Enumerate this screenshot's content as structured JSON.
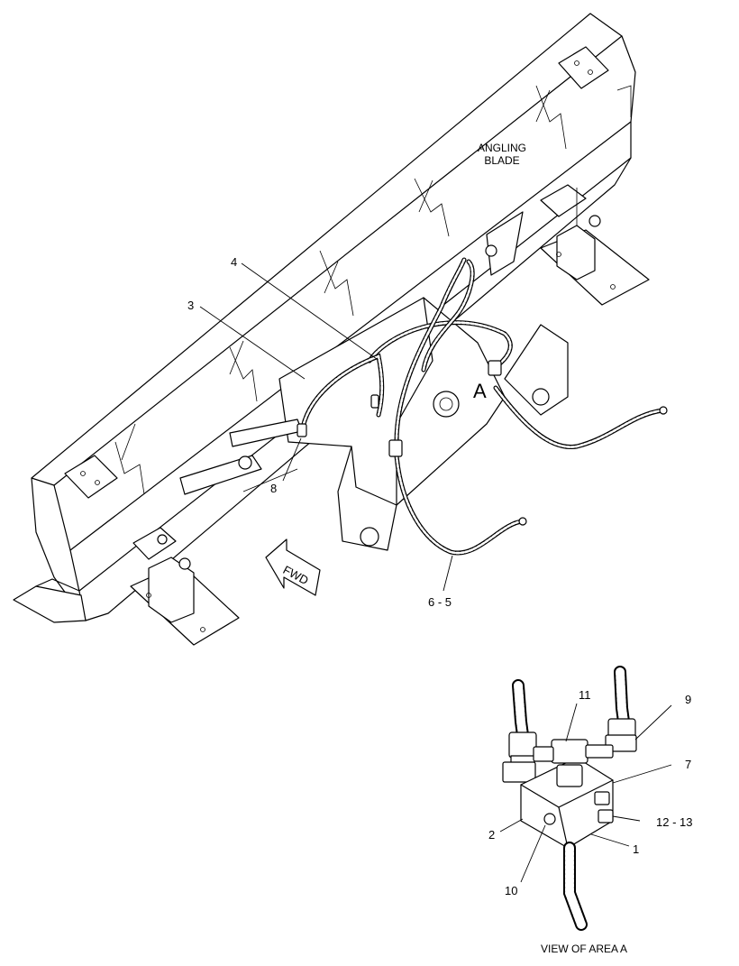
{
  "labels": {
    "angling_blade_line1": "ANGLING",
    "angling_blade_line2": "BLADE",
    "area_letter": "A",
    "fwd": "FWD",
    "view_caption": "VIEW OF AREA  A"
  },
  "callouts": {
    "c1": "1",
    "c2": "2",
    "c3": "3",
    "c4": "4",
    "c6_5": "6 - 5",
    "c7": "7",
    "c8": "8",
    "c9": "9",
    "c10": "10",
    "c11": "11",
    "c12_13": "12 - 13"
  }
}
